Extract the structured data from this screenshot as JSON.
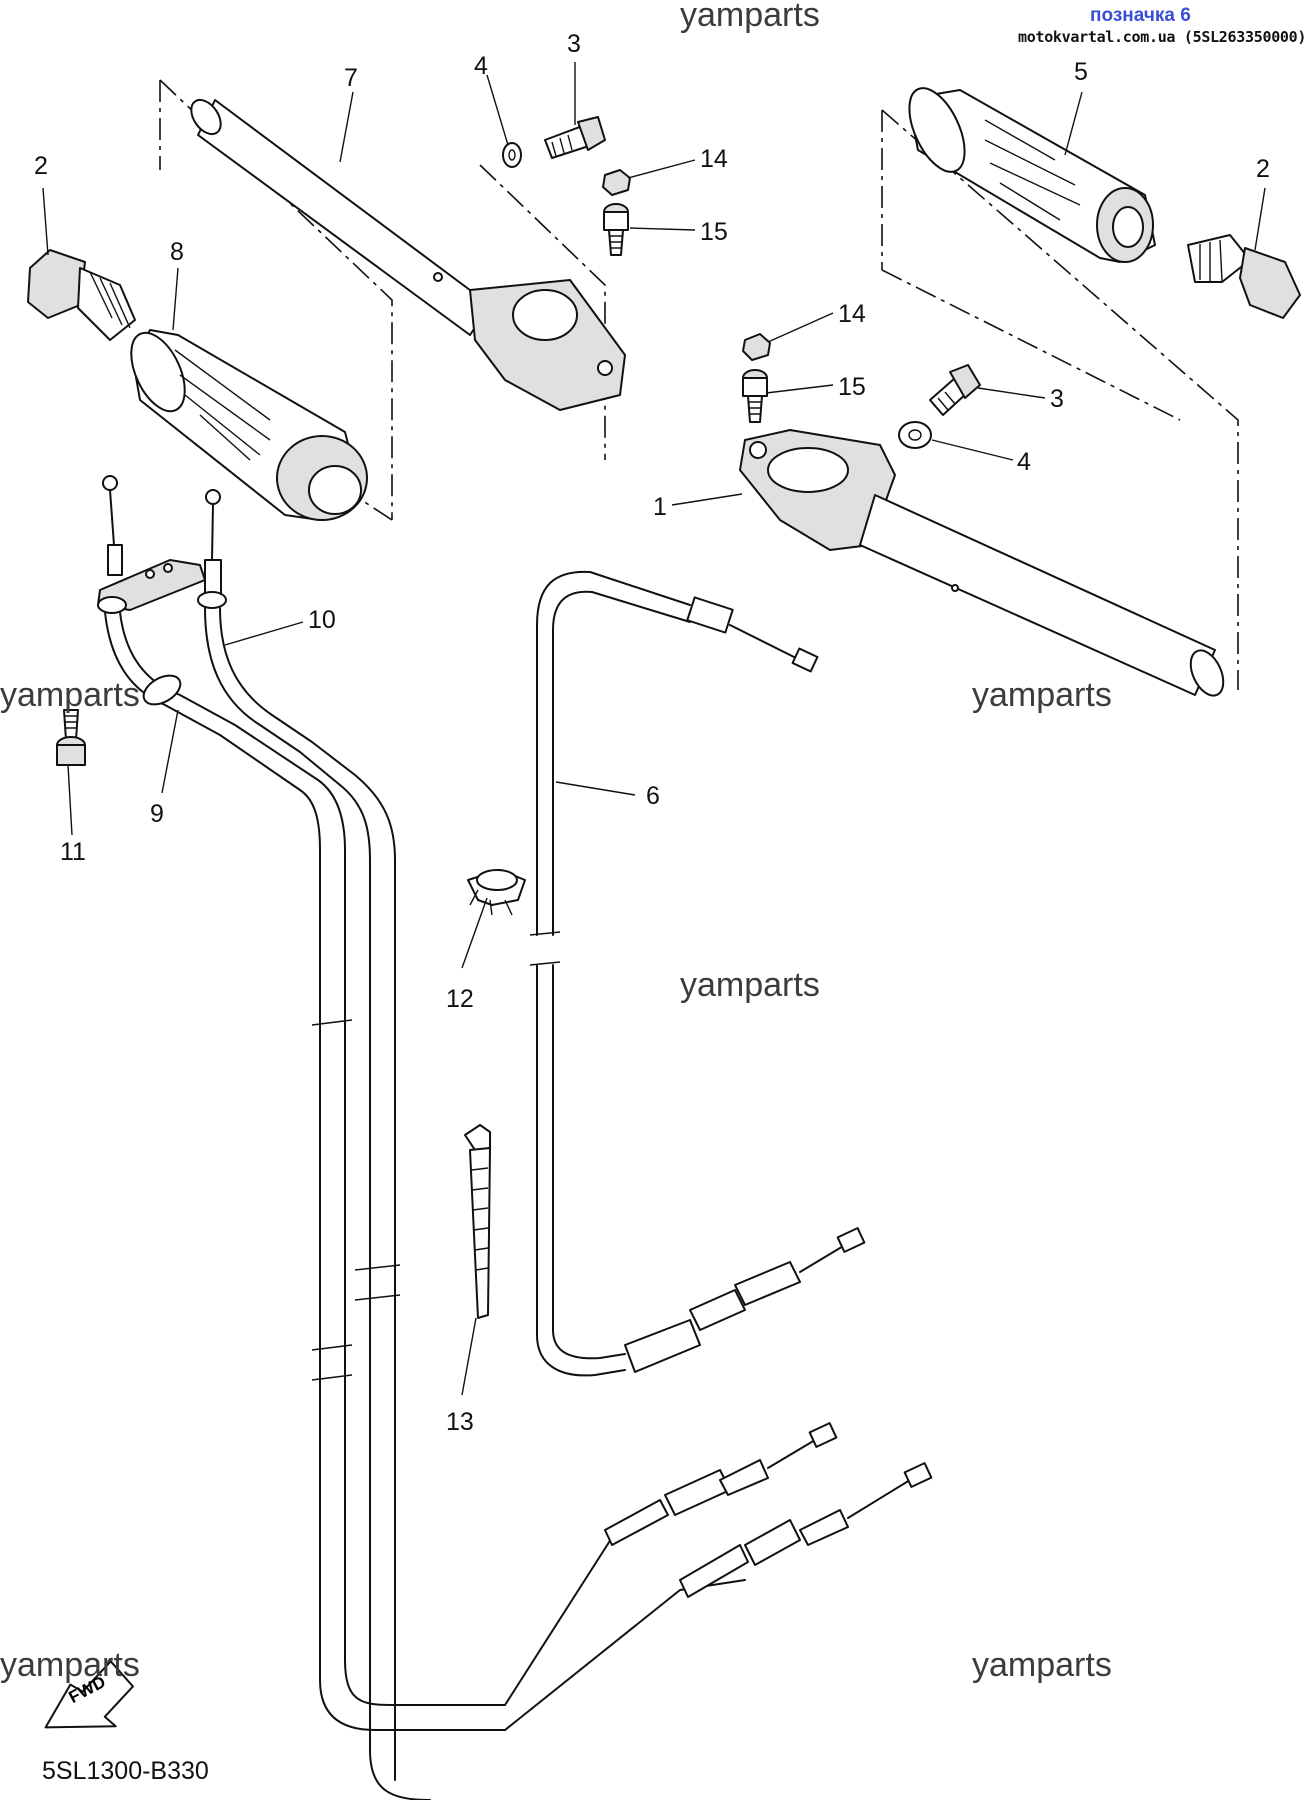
{
  "header": {
    "title": "позначка 6",
    "site": "motokvartal.com.ua (5SL263350000)"
  },
  "watermarks": [
    "yamparts",
    "yamparts",
    "yamparts",
    "yamparts",
    "yamparts",
    "yamparts"
  ],
  "diagram_code": "5SL1300-B330",
  "fwd_label": "FWD",
  "callouts": {
    "c7": "7",
    "c4a": "4",
    "c3a": "3",
    "c14a": "14",
    "c15a": "15",
    "c5": "5",
    "c2a": "2",
    "c2b": "2",
    "c8": "8",
    "c14b": "14",
    "c15b": "15",
    "c3b": "3",
    "c4b": "4",
    "c1": "1",
    "c10": "10",
    "c9": "9",
    "c11": "11",
    "c6": "6",
    "c12": "12",
    "c13": "13"
  }
}
